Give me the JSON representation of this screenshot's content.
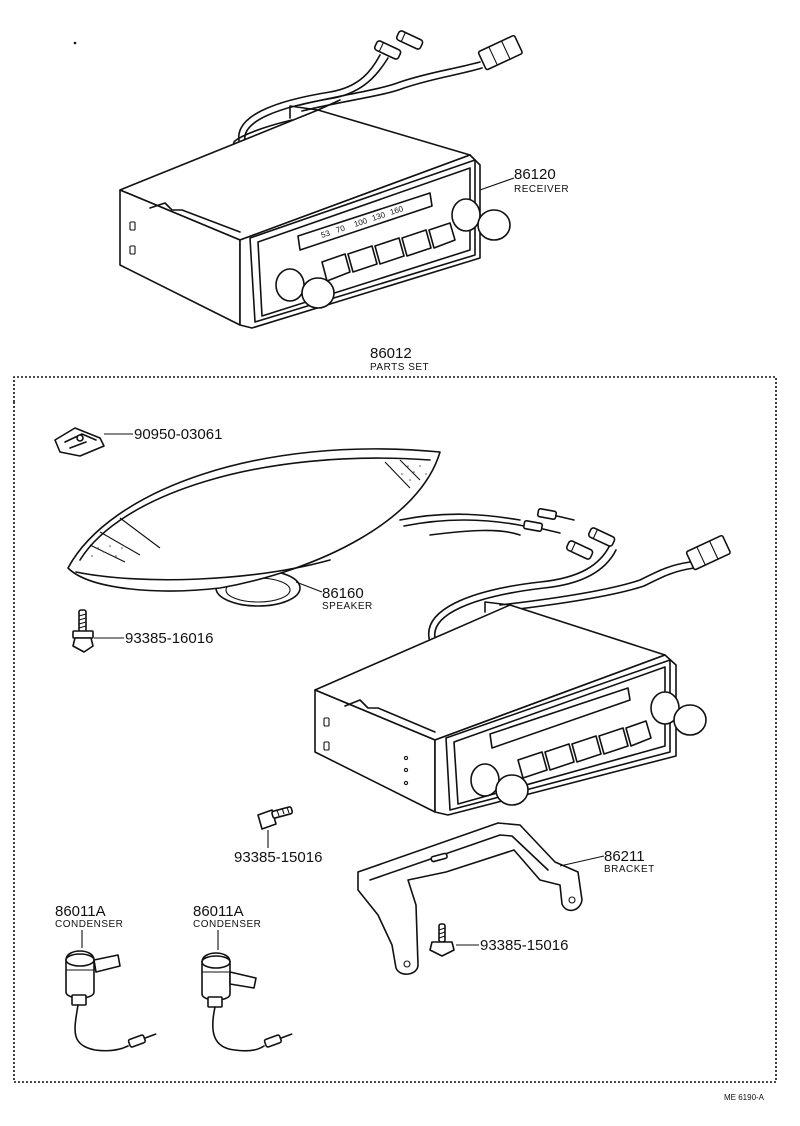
{
  "diagram": {
    "parts": {
      "receiver_top": {
        "number": "86120",
        "name": "RECEIVER"
      },
      "parts_set": {
        "number": "86012",
        "name": "PARTS SET"
      },
      "clip": {
        "number": "90950-03061"
      },
      "speaker": {
        "number": "86160",
        "name": "SPEAKER"
      },
      "screw_left": {
        "number": "93385-16016"
      },
      "screw_mid": {
        "number": "93385-15016"
      },
      "bracket": {
        "number": "86211",
        "name": "BRACKET"
      },
      "screw_bracket": {
        "number": "93385-15016"
      },
      "condenser_left": {
        "number": "86011A",
        "name": "CONDENSER"
      },
      "condenser_right": {
        "number": "86011A",
        "name": "CONDENSER"
      }
    },
    "dial_scale": [
      "53",
      "70",
      "100",
      "130",
      "160"
    ],
    "drawing_code": "ME 6190-A"
  }
}
